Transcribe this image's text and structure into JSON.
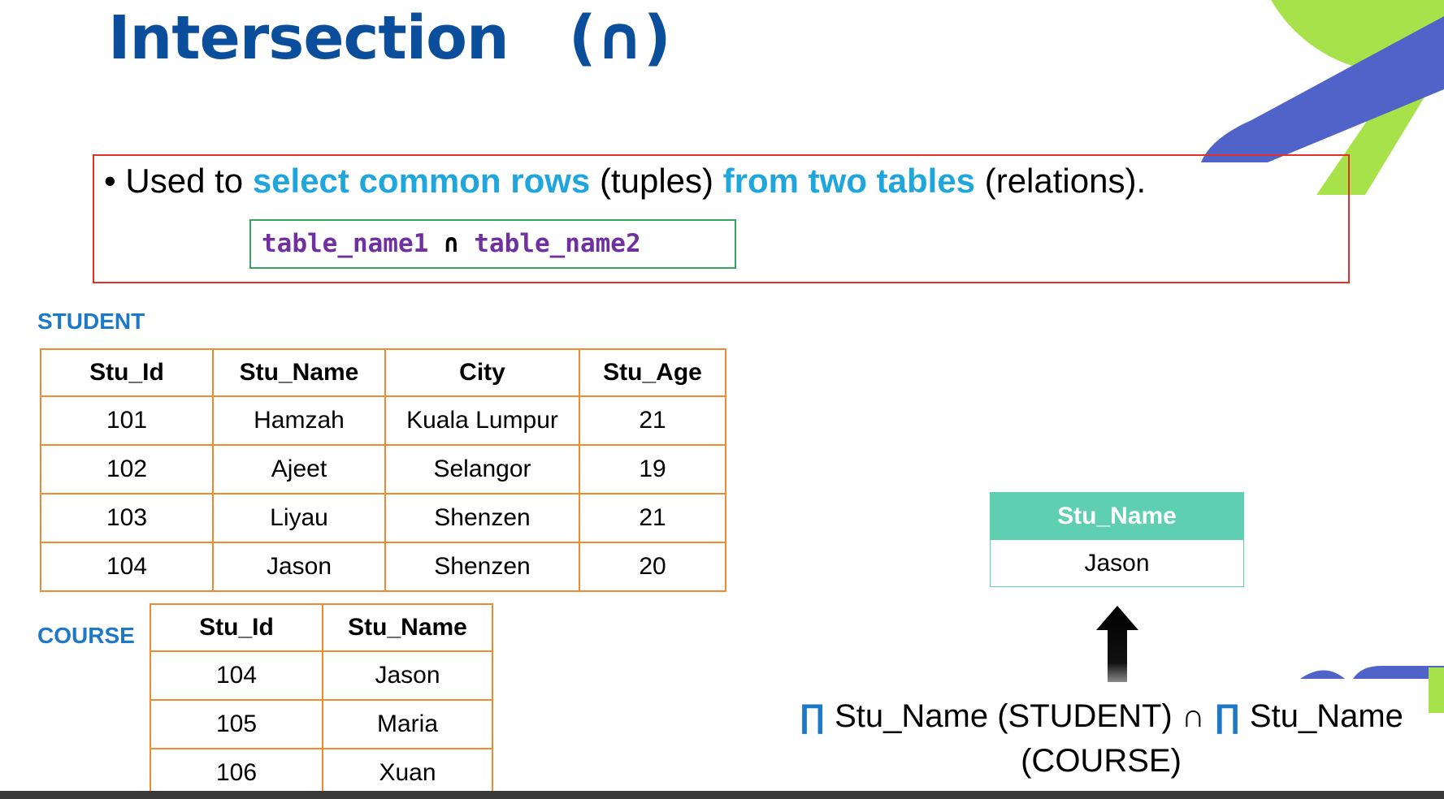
{
  "slide": {
    "title": "Intersection   (∩)",
    "bullet": {
      "marker": "•",
      "parts": [
        {
          "text": "Used to ",
          "highlight": false
        },
        {
          "text": "select common rows",
          "highlight": true
        },
        {
          "text": " (tuples) ",
          "highlight": false
        },
        {
          "text": "from two tables",
          "highlight": true
        },
        {
          "text": " (relations).",
          "highlight": false
        }
      ]
    },
    "syntax": {
      "left": "table_name1",
      "op": " ∩ ",
      "right": "table_name2"
    }
  },
  "student": {
    "label": "STUDENT",
    "headers": [
      "Stu_Id",
      "Stu_Name",
      "City",
      "Stu_Age"
    ],
    "rows": [
      [
        "101",
        "Hamzah",
        "Kuala Lumpur",
        "21"
      ],
      [
        "102",
        "Ajeet",
        "Selangor",
        "19"
      ],
      [
        "103",
        "Liyau",
        "Shenzen",
        "21"
      ],
      [
        "104",
        "Jason",
        "Shenzen",
        "20"
      ]
    ]
  },
  "course": {
    "label": "COURSE",
    "headers": [
      "Stu_Id",
      "Stu_Name"
    ],
    "rows": [
      [
        "104",
        "Jason"
      ],
      [
        "105",
        "Maria"
      ],
      [
        "106",
        "Xuan"
      ]
    ]
  },
  "result": {
    "header": "Stu_Name",
    "rows": [
      "Jason"
    ]
  },
  "expression": {
    "pi1": "∏",
    "part1": " Stu_Name (STUDENT) ",
    "cap": "∩",
    "pi2": " ∏",
    "part2": " Stu_Name (COURSE)"
  },
  "colors": {
    "title": "#0b4f9c",
    "highlight": "#1fa6dc",
    "table_border": "#ef8a2f",
    "result_header": "#5ecfb1",
    "bullet_box_border": "#e0302a",
    "syntax_box_border": "#37a35e",
    "syntax_table_name": "#7030a0",
    "deco_green": "#a8e24a",
    "deco_blue": "#4f63c9"
  }
}
